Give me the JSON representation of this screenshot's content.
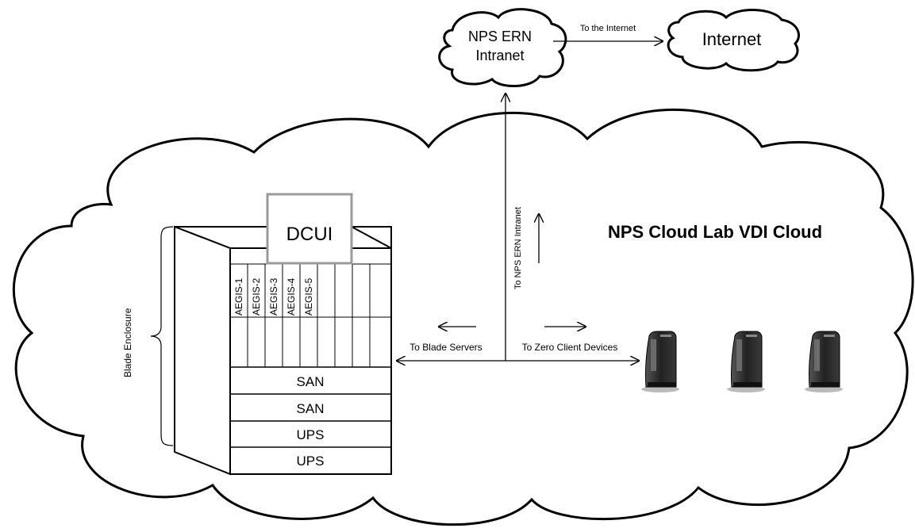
{
  "clouds": {
    "main_title": "NPS Cloud Lab VDI Cloud",
    "intranet_line1": "NPS ERN",
    "intranet_line2": "Intranet",
    "internet": "Internet"
  },
  "links": {
    "to_internet": "To the Internet",
    "to_intranet": "To NPS ERN Intranet",
    "to_blade_servers": "To Blade Servers",
    "to_zero_clients": "To Zero Client Devices"
  },
  "rack": {
    "enclosure_label": "Blade Enclosure",
    "dcui": "DCUI",
    "blades": [
      "AEGIS-1",
      "AEGIS-2",
      "AEGIS-3",
      "AEGIS-4",
      "AEGIS-5"
    ],
    "units": [
      "SAN",
      "SAN",
      "UPS",
      "UPS"
    ]
  },
  "zero_clients": {
    "count": 3,
    "icon": "zero-client-device-icon"
  },
  "colors": {
    "stroke": "#000000",
    "background": "#ffffff",
    "device_body": "#2b2b2b"
  }
}
